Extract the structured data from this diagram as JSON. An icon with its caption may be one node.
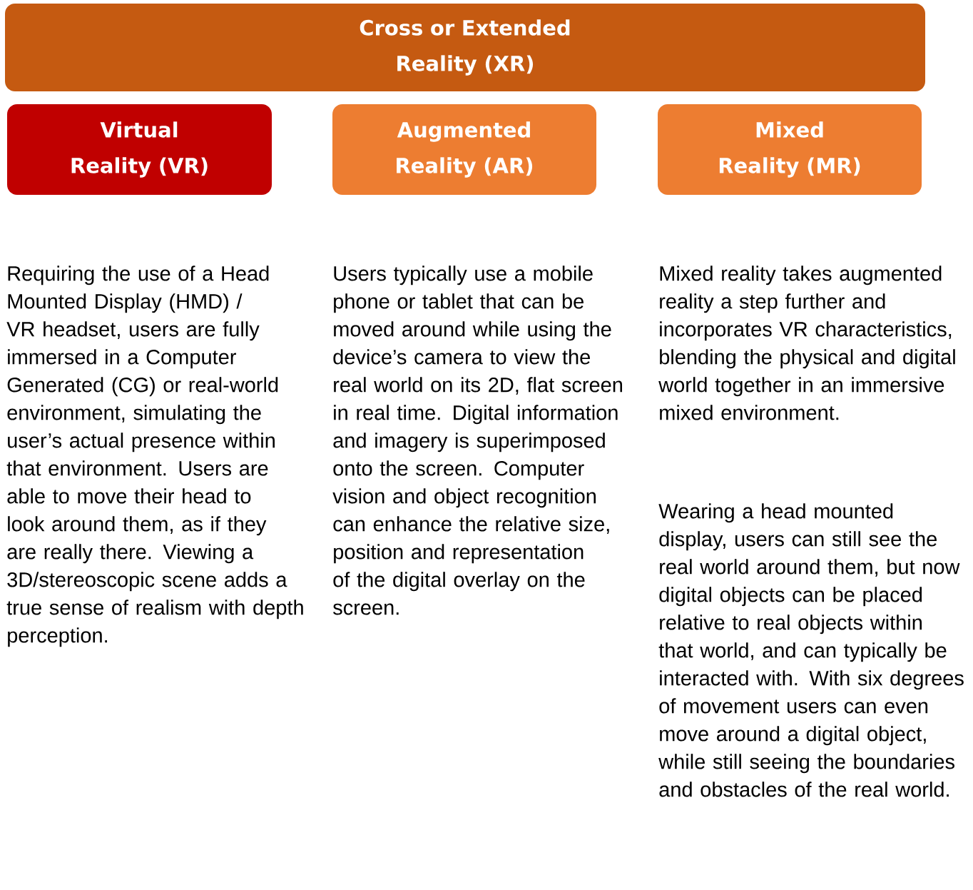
{
  "diagram": {
    "nodes": [
      {
        "text": [
          "Cross or Extended Reality (XR)"
        ]
      },
      {
        "text": [
          "Virtual Reality (VR)"
        ]
      },
      {
        "text": [
          "Augmented Reality (AR)"
        ]
      },
      {
        "text": [
          "Mixed Reality (MR)"
        ]
      }
    ],
    "labels": [
      "Requiring the use of a Head Mounted Display (HMD) / VR headset, users are fully immersed in a Computer Generated (CG) or real-world environment, simulating the user’s actual presence within that environment. Users are able to move their head to look around them, as if they are really there. Viewing a 3D/stereoscopic scene adds a true sense of realism with depth perception.",
      "Users typically use a mobile phone or tablet that can be moved around while using the device’s camera to view the real world on its 2D, flat screen in real time. Digital information and imagery is superimposed onto the screen. Computer vision and object recognition can enhance the relative size, position and representation of the digital overlay on the screen.",
      "Mixed reality takes augmented reality a step further and incorporates VR characteristics, blending the physical and digital world together in an immersive mixed environment.",
      "Wearing a head mounted display, users can still see the real world around them, but now digital objects can be placed relative to real objects within that world, and can typically be interacted with.  With six degrees of movement users can even move around a digital object, while still seeing the boundaries and obstacles of the real world."
    ]
  }
}
